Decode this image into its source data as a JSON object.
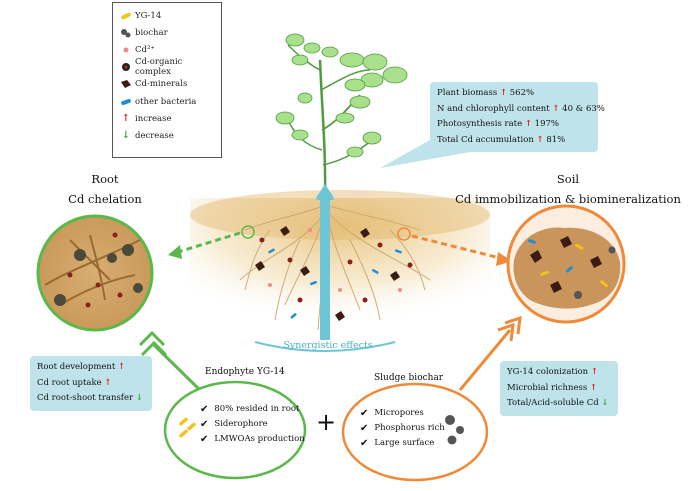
{
  "legend": {
    "items": [
      {
        "icon": "yg14-bacteria-icon",
        "label": "YG-14",
        "color": "#f5c21b"
      },
      {
        "icon": "biochar-icon",
        "label": "biochar",
        "color": "#555555"
      },
      {
        "icon": "cd-ion-icon",
        "label": "Cd²⁺",
        "color": "#f28a8a"
      },
      {
        "icon": "cd-organic-complex-icon",
        "label": "Cd-organic complex",
        "color": "#222222"
      },
      {
        "icon": "cd-minerals-icon",
        "label": "Cd-minerals",
        "color": "#3a1c14"
      },
      {
        "icon": "other-bacteria-icon",
        "label": "other bacteria",
        "color": "#1f8ed8"
      },
      {
        "icon": "increase-arrow-icon",
        "label": "increase",
        "color": "#e02020"
      },
      {
        "icon": "decrease-arrow-icon",
        "label": "decrease",
        "color": "#2aa52a"
      }
    ]
  },
  "plant_callout": {
    "lines": [
      {
        "text": "Plant biomass",
        "arrow": "↑",
        "value": "562%"
      },
      {
        "text": "N and chlorophyll content",
        "arrow": "↑",
        "value": "40 & 63%"
      },
      {
        "text": "Photosynthesis rate",
        "arrow": "↑",
        "value": "197%"
      },
      {
        "text": "Total Cd accumulation",
        "arrow": "↑",
        "value": "81%"
      }
    ]
  },
  "root_heading": {
    "line1": "Root",
    "line2": "Cd chelation"
  },
  "soil_heading": {
    "line1": "Soil",
    "line2": "Cd immobilization &  biomineralization"
  },
  "root_callout": {
    "lines": [
      {
        "text": "Root development",
        "arrow": "↑"
      },
      {
        "text": "Cd root uptake",
        "arrow": "↑"
      },
      {
        "text": "Cd root-shoot transfer",
        "arrow": "↓"
      }
    ]
  },
  "soil_callout": {
    "lines": [
      {
        "text": "YG-14 colonization",
        "arrow": "↑"
      },
      {
        "text": "Microbial richness",
        "arrow": "↑"
      },
      {
        "text": "Total/Acid-soluble Cd",
        "arrow": "↓"
      }
    ]
  },
  "synergistic_label": "Synergistic effects",
  "endophyte_box": {
    "title": "Endophyte YG-14",
    "items": [
      "80% resided in root",
      "Siderophore",
      "LMWOAs production"
    ]
  },
  "biochar_box": {
    "title": "Sludge biochar",
    "items": [
      "Micropores",
      "Phosphorus rich",
      "Large surface"
    ]
  },
  "plus_sign": "+",
  "colors": {
    "green": "#5bb84a",
    "orange": "#ee8a3a",
    "teal": "#6cc6d6",
    "callout_bg": "#bfe3ea",
    "soil": "#c89a5c"
  }
}
